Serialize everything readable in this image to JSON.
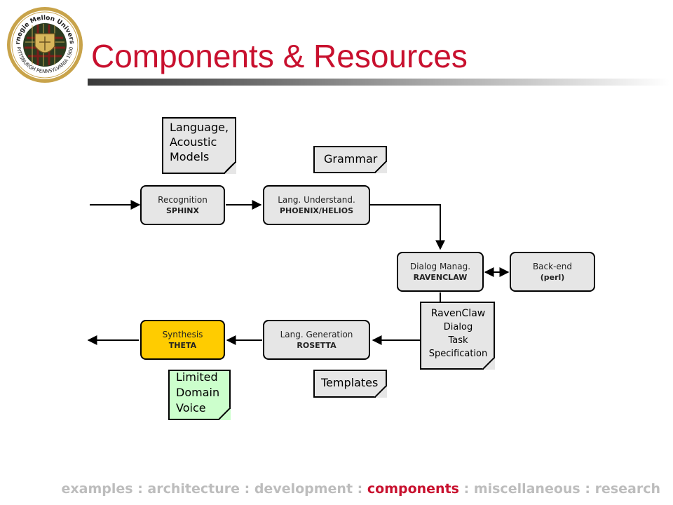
{
  "slide": {
    "title": "Components & Resources"
  },
  "logo": {
    "name": "Carnegie Mellon University seal",
    "text_top": "Carnegie Mellon University",
    "text_bottom": "PITTSBURGH PENNSYLVANIA 1900",
    "colors": {
      "ring": "#c8a34a",
      "tartan_dark": "#2b3b1f",
      "tartan_red": "#8b1a1a",
      "gold": "#d7b55a"
    }
  },
  "colors": {
    "title": "#c8102e",
    "box_fill": "#e6e6e6",
    "synthesis_fill": "#ffcc00",
    "limited_domain_voice_note_fill": "#ccffcc",
    "nav_inactive": "#bdbdbd",
    "nav_active": "#c8102e"
  },
  "components": {
    "recognition": {
      "name": "Recognition",
      "tech": "SPHINX"
    },
    "lang_understand": {
      "name": "Lang. Understand.",
      "tech": "PHOENIX/HELIOS"
    },
    "dialog_manag": {
      "name": "Dialog Manag.",
      "tech": "RAVENCLAW"
    },
    "back_end": {
      "name": "Back-end",
      "tech": "(perl)"
    },
    "lang_generation": {
      "name": "Lang. Generation",
      "tech": "ROSETTA"
    },
    "synthesis": {
      "name": "Synthesis",
      "tech": "THETA"
    }
  },
  "resources": {
    "language_models": "Language,\nAcoustic\nModels",
    "grammar": "Grammar",
    "ravenclaw_spec": {
      "title": "RavenClaw",
      "body": "Dialog\nTask\nSpecification"
    },
    "templates": "Templates",
    "limited_domain_voice": "Limited\nDomain\nVoice"
  },
  "nav": {
    "items": [
      {
        "label": "examples",
        "active": false
      },
      {
        "label": "architecture",
        "active": false
      },
      {
        "label": "development",
        "active": false
      },
      {
        "label": "components",
        "active": true
      },
      {
        "label": "miscellaneous",
        "active": false
      },
      {
        "label": "research",
        "active": false
      }
    ],
    "separator": " : "
  }
}
